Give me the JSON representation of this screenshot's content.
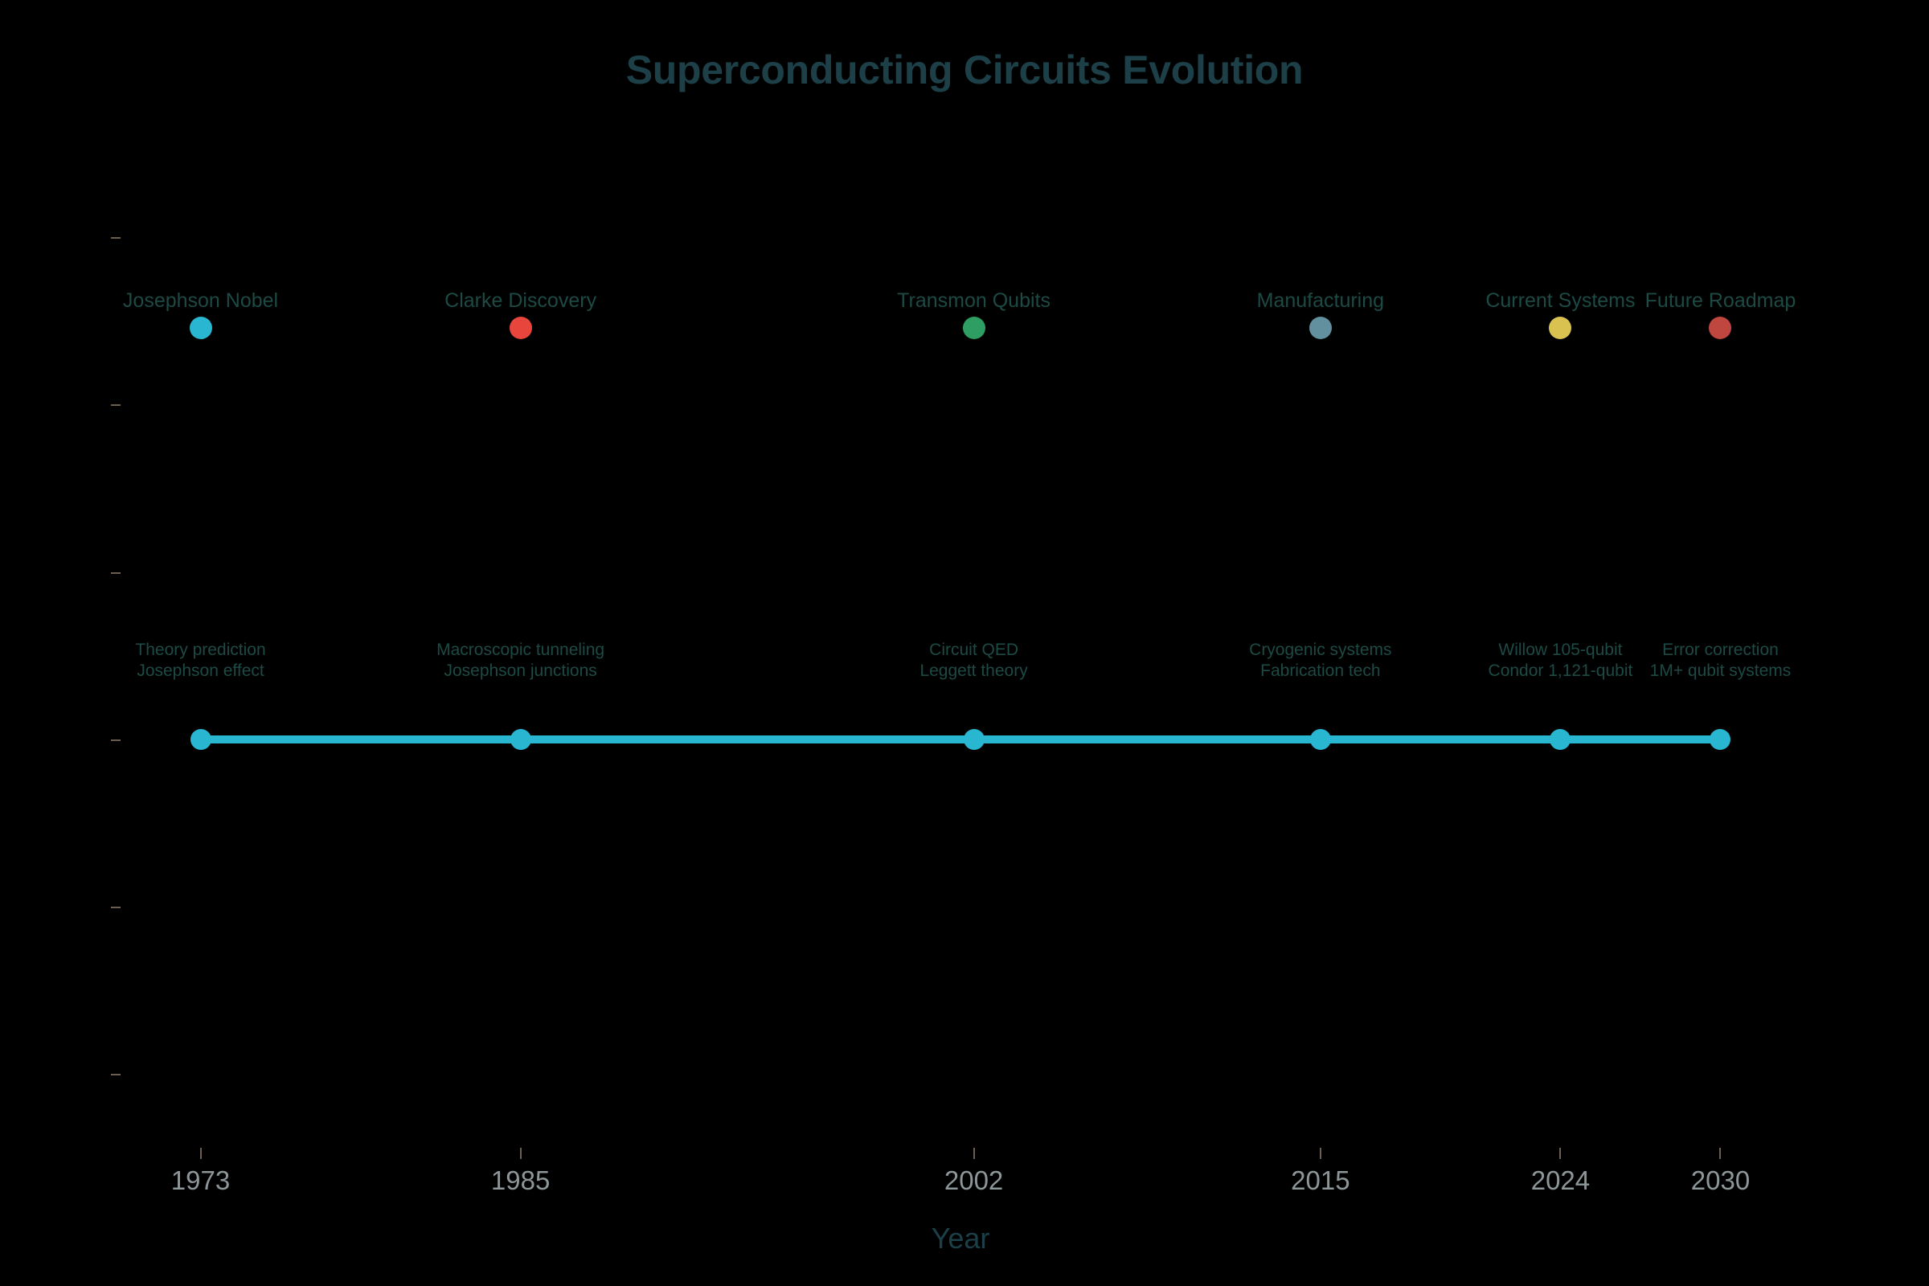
{
  "chart_data": {
    "type": "line",
    "title": "Superconducting Circuits Evolution",
    "xlabel": "Year",
    "ylabel": "",
    "x": [
      1973,
      1985,
      2002,
      2015,
      2024,
      2030
    ],
    "tick_labels": [
      "1973",
      "1985",
      "2002",
      "2015",
      "2024",
      "2030"
    ],
    "values": [
      1,
      1,
      1,
      1,
      1,
      1
    ],
    "xlim": [
      1970,
      2033
    ],
    "grid": false,
    "legend": "none",
    "series": [
      {
        "name": "Timeline",
        "color": "#29b6d0",
        "values": [
          1,
          1,
          1,
          1,
          1,
          1
        ]
      }
    ],
    "annotations": [
      {
        "year": "1973",
        "label": "Josephson Nobel",
        "color": "#29b6d0",
        "desc_line1": "Theory prediction",
        "desc_line2": "Josephson effect"
      },
      {
        "year": "1985",
        "label": "Clarke Discovery",
        "color": "#e8453c",
        "desc_line1": "Macroscopic tunneling",
        "desc_line2": "Josephson junctions"
      },
      {
        "year": "2002",
        "label": "Transmon Qubits",
        "color": "#2f9e63",
        "desc_line1": "Circuit QED",
        "desc_line2": "Leggett theory"
      },
      {
        "year": "2015",
        "label": "Manufacturing",
        "color": "#62909e",
        "desc_line1": "Cryogenic systems",
        "desc_line2": "Fabrication tech"
      },
      {
        "year": "2024",
        "label": "Current Systems",
        "color": "#d9c250",
        "desc_line1": "Willow 105-qubit",
        "desc_line2": "Condor 1,121-qubit"
      },
      {
        "year": "2030",
        "label": "Future Roadmap",
        "color": "#c0473f",
        "desc_line1": "Error correction",
        "desc_line2": "1M+ qubit systems"
      }
    ]
  },
  "theme": {
    "background": "#000000",
    "title_color": "#1d3f47",
    "axis_label_color": "#1d3f47",
    "tick_label_color": "#8d9698",
    "tick_mark_color": "#6b5f52",
    "annotation_text_color": "#1d4a44",
    "timeline_color": "#29b6d0"
  }
}
